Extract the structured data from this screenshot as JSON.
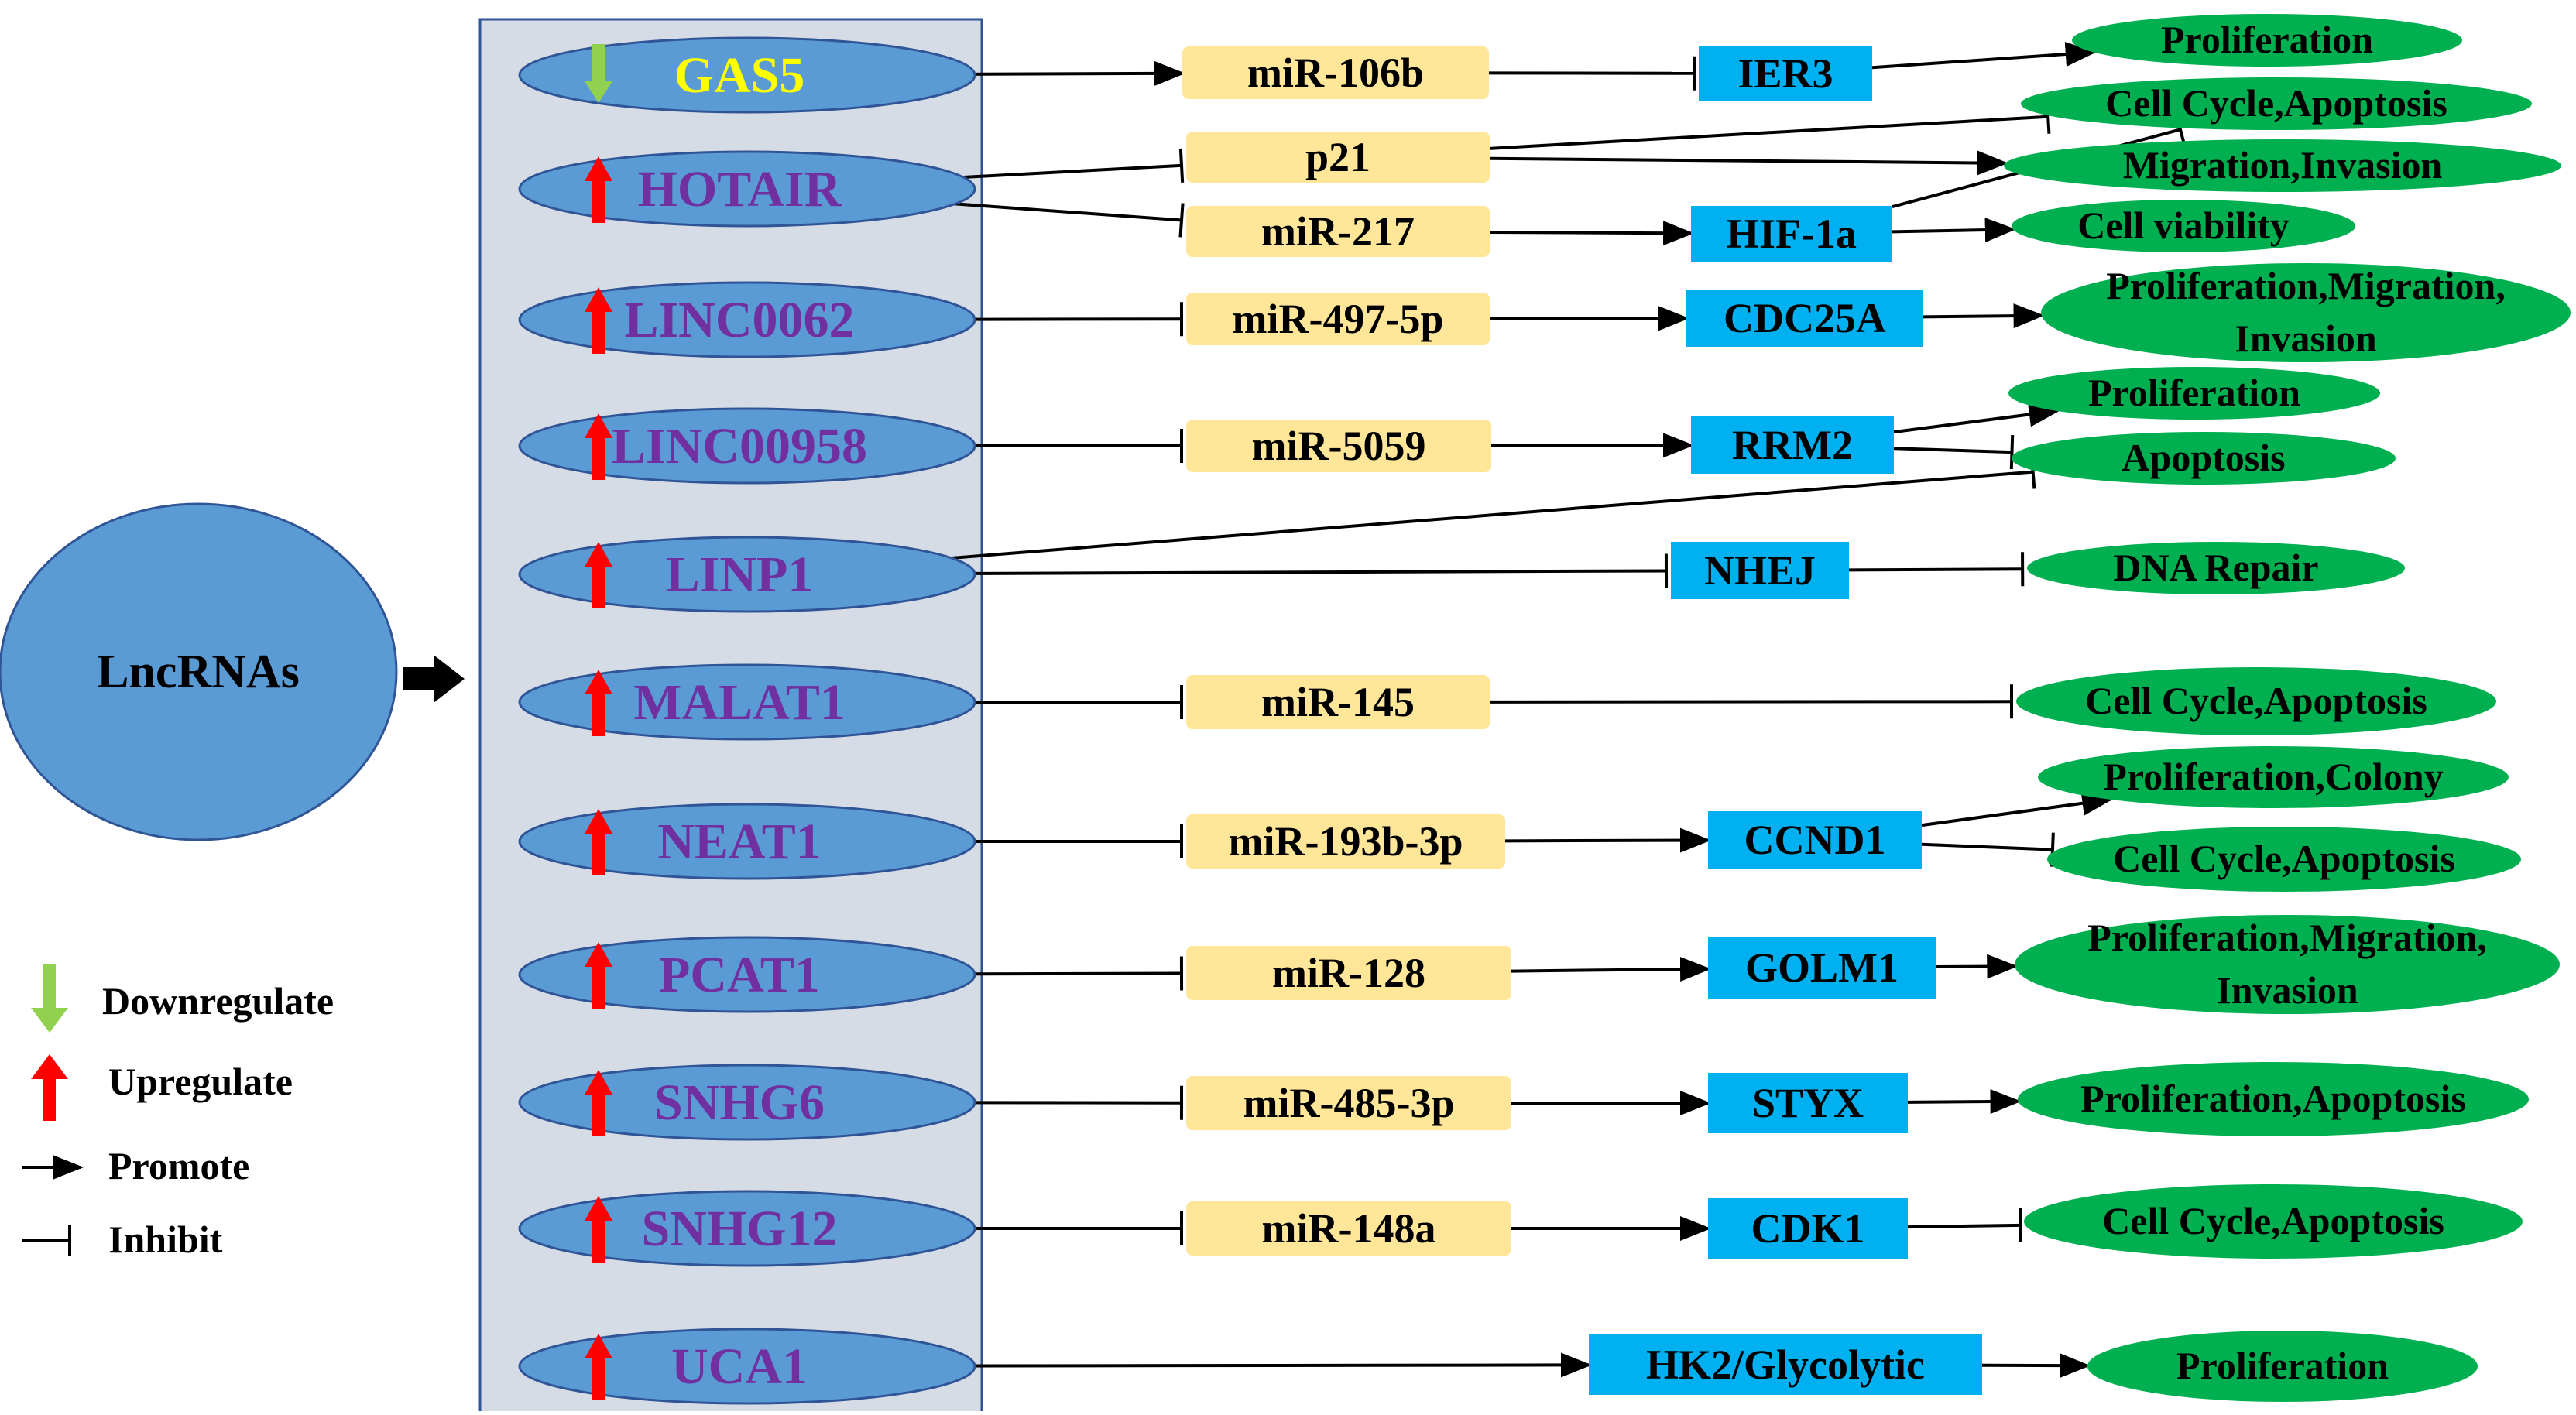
{
  "colors": {
    "lnc_fill": "#5b9bd5",
    "lnc_stroke": "#2f5597",
    "lnc_text": "#7030a0",
    "gas5_text": "#ffff00",
    "panel_fill": "#d6dce5",
    "panel_stroke": "#2f5597",
    "mirna_fill": "#ffe699",
    "target_fill": "#00b0f0",
    "outcome_fill": "#00b050",
    "up_arrow": "#ff0000",
    "down_arrow": "#92d050",
    "line": "#000000"
  },
  "central_node": "LncRNAs",
  "lncrnas": [
    {
      "id": "gas5",
      "label": "GAS5",
      "direction": "down"
    },
    {
      "id": "hotair",
      "label": "HOTAIR",
      "direction": "up"
    },
    {
      "id": "linc0062",
      "label": "LINC0062",
      "direction": "up"
    },
    {
      "id": "linc00958",
      "label": "LINC00958",
      "direction": "up"
    },
    {
      "id": "linp1",
      "label": "LINP1",
      "direction": "up"
    },
    {
      "id": "malat1",
      "label": "MALAT1",
      "direction": "up"
    },
    {
      "id": "neat1",
      "label": "NEAT1",
      "direction": "up"
    },
    {
      "id": "pcat1",
      "label": "PCAT1",
      "direction": "up"
    },
    {
      "id": "snhg6",
      "label": "SNHG6",
      "direction": "up"
    },
    {
      "id": "snhg12",
      "label": "SNHG12",
      "direction": "up"
    },
    {
      "id": "uca1",
      "label": "UCA1",
      "direction": "up"
    }
  ],
  "mirnas": [
    {
      "id": "mir106b",
      "label": "miR-106b"
    },
    {
      "id": "p21",
      "label": "p21"
    },
    {
      "id": "mir217",
      "label": "miR-217"
    },
    {
      "id": "mir4975p",
      "label": "miR-497-5p"
    },
    {
      "id": "mir5059",
      "label": "miR-5059"
    },
    {
      "id": "mir145",
      "label": "miR-145"
    },
    {
      "id": "mir193b3p",
      "label": "miR-193b-3p"
    },
    {
      "id": "mir128",
      "label": "miR-128"
    },
    {
      "id": "mir4853p",
      "label": "miR-485-3p"
    },
    {
      "id": "mir148a",
      "label": "miR-148a"
    }
  ],
  "targets": [
    {
      "id": "ier3",
      "label": "IER3"
    },
    {
      "id": "hif1a",
      "label": "HIF-1a"
    },
    {
      "id": "cdc25a",
      "label": "CDC25A"
    },
    {
      "id": "rrm2",
      "label": "RRM2"
    },
    {
      "id": "nhej",
      "label": "NHEJ"
    },
    {
      "id": "ccnd1",
      "label": "CCND1"
    },
    {
      "id": "golm1",
      "label": "GOLM1"
    },
    {
      "id": "styx",
      "label": "STYX"
    },
    {
      "id": "cdk1",
      "label": "CDK1"
    },
    {
      "id": "hk2",
      "label": "HK2/Glycolytic"
    }
  ],
  "outcomes": [
    {
      "id": "o-gas5-prolif",
      "lines": [
        "Proliferation"
      ]
    },
    {
      "id": "o-cellcycle-1",
      "lines": [
        "Cell Cycle,Apoptosis"
      ]
    },
    {
      "id": "o-migration",
      "lines": [
        "Migration,Invasion"
      ]
    },
    {
      "id": "o-viability",
      "lines": [
        "Cell viability"
      ]
    },
    {
      "id": "o-pmi-1",
      "lines": [
        "Proliferation,Migration,",
        "Invasion"
      ]
    },
    {
      "id": "o-prolif-rrm2",
      "lines": [
        "Proliferation"
      ]
    },
    {
      "id": "o-apoptosis",
      "lines": [
        "Apoptosis"
      ]
    },
    {
      "id": "o-dna-repair",
      "lines": [
        "DNA Repair"
      ]
    },
    {
      "id": "o-cellcycle-2",
      "lines": [
        "Cell Cycle,Apoptosis"
      ]
    },
    {
      "id": "o-prolif-colony",
      "lines": [
        "Proliferation,Colony"
      ]
    },
    {
      "id": "o-cellcycle-3",
      "lines": [
        "Cell Cycle,Apoptosis"
      ]
    },
    {
      "id": "o-pmi-2",
      "lines": [
        "Proliferation,Migration,",
        "Invasion"
      ]
    },
    {
      "id": "o-prolif-apop",
      "lines": [
        "Proliferation,Apoptosis"
      ]
    },
    {
      "id": "o-cellcycle-4",
      "lines": [
        "Cell Cycle,Apoptosis"
      ]
    },
    {
      "id": "o-uca1-prolif",
      "lines": [
        "Proliferation"
      ]
    }
  ],
  "legend": {
    "downregulate": "Downregulate",
    "upregulate": "Upregulate",
    "promote": "Promote",
    "inhibit": "Inhibit"
  },
  "edges": [
    {
      "from": "gas5",
      "to": "mir106b",
      "type": "promote"
    },
    {
      "from": "mir106b",
      "to": "ier3",
      "type": "inhibit"
    },
    {
      "from": "ier3",
      "to": "o-gas5-prolif",
      "type": "promote"
    },
    {
      "from": "hotair",
      "to": "p21",
      "type": "inhibit"
    },
    {
      "from": "hotair",
      "to": "mir217",
      "type": "inhibit"
    },
    {
      "from": "p21",
      "to": "o-cellcycle-1",
      "type": "inhibit"
    },
    {
      "from": "p21",
      "to": "o-migration",
      "type": "promote"
    },
    {
      "from": "mir217",
      "to": "hif1a",
      "type": "promote"
    },
    {
      "from": "hif1a",
      "to": "o-cellcycle-1",
      "type": "inhibit"
    },
    {
      "from": "hif1a",
      "to": "o-viability",
      "type": "promote"
    },
    {
      "from": "linc0062",
      "to": "mir4975p",
      "type": "inhibit"
    },
    {
      "from": "mir4975p",
      "to": "cdc25a",
      "type": "promote"
    },
    {
      "from": "cdc25a",
      "to": "o-pmi-1",
      "type": "promote"
    },
    {
      "from": "linc00958",
      "to": "mir5059",
      "type": "inhibit"
    },
    {
      "from": "mir5059",
      "to": "rrm2",
      "type": "promote"
    },
    {
      "from": "rrm2",
      "to": "o-prolif-rrm2",
      "type": "promote"
    },
    {
      "from": "rrm2",
      "to": "o-apoptosis",
      "type": "inhibit"
    },
    {
      "from": "linp1",
      "to": "o-apoptosis",
      "type": "inhibit"
    },
    {
      "from": "linp1",
      "to": "nhej",
      "type": "inhibit"
    },
    {
      "from": "nhej",
      "to": "o-dna-repair",
      "type": "inhibit"
    },
    {
      "from": "malat1",
      "to": "mir145",
      "type": "inhibit"
    },
    {
      "from": "mir145",
      "to": "o-cellcycle-2",
      "type": "inhibit"
    },
    {
      "from": "neat1",
      "to": "mir193b3p",
      "type": "inhibit"
    },
    {
      "from": "mir193b3p",
      "to": "ccnd1",
      "type": "promote"
    },
    {
      "from": "ccnd1",
      "to": "o-prolif-colony",
      "type": "promote"
    },
    {
      "from": "ccnd1",
      "to": "o-cellcycle-3",
      "type": "inhibit"
    },
    {
      "from": "pcat1",
      "to": "mir128",
      "type": "inhibit"
    },
    {
      "from": "mir128",
      "to": "golm1",
      "type": "promote"
    },
    {
      "from": "golm1",
      "to": "o-pmi-2",
      "type": "promote"
    },
    {
      "from": "snhg6",
      "to": "mir4853p",
      "type": "inhibit"
    },
    {
      "from": "mir4853p",
      "to": "styx",
      "type": "promote"
    },
    {
      "from": "styx",
      "to": "o-prolif-apop",
      "type": "promote"
    },
    {
      "from": "snhg12",
      "to": "mir148a",
      "type": "inhibit"
    },
    {
      "from": "mir148a",
      "to": "cdk1",
      "type": "promote"
    },
    {
      "from": "cdk1",
      "to": "o-cellcycle-4",
      "type": "inhibit"
    },
    {
      "from": "uca1",
      "to": "hk2",
      "type": "promote"
    },
    {
      "from": "hk2",
      "to": "o-uca1-prolif",
      "type": "promote"
    }
  ]
}
